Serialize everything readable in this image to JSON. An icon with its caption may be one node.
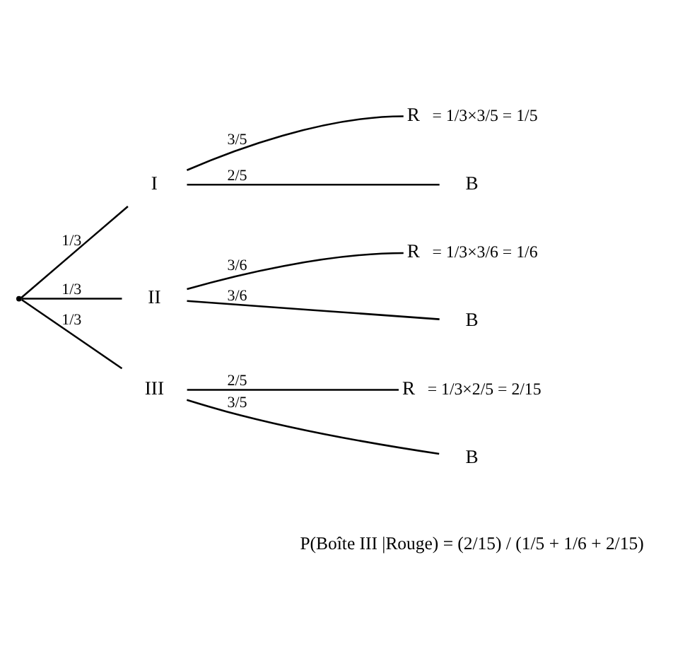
{
  "diagram": {
    "nodes": [
      {
        "text": [],
        "shape": "point"
      },
      {
        "text": [
          "I"
        ]
      },
      {
        "text": [
          "R"
        ],
        "beside": [
          "= 1/3×3/5 = 1/5"
        ]
      },
      {
        "text": [
          "B"
        ]
      },
      {
        "text": [
          "II"
        ]
      },
      {
        "text": [
          "R"
        ],
        "beside": [
          "= 1/3×3/6 = 1/6"
        ]
      },
      {
        "text": [
          "B"
        ]
      },
      {
        "text": [
          "III"
        ]
      },
      {
        "text": [
          "R"
        ],
        "beside": [
          "= 1/3×2/5 = 2/15"
        ]
      },
      {
        "text": [
          "B"
        ]
      }
    ],
    "edges": [
      {
        "from": 0,
        "to": 1,
        "arrow": "none",
        "label": "1/3"
      },
      {
        "from": 0,
        "to": 4,
        "arrow": "none",
        "label": "1/3"
      },
      {
        "from": 0,
        "to": 7,
        "arrow": "none",
        "label": "1/3"
      },
      {
        "from": 1,
        "to": 2,
        "arrow": "none",
        "label": "3/5"
      },
      {
        "from": 1,
        "to": 3,
        "arrow": "none",
        "label": "2/5"
      },
      {
        "from": 4,
        "to": 5,
        "arrow": "none",
        "label": "3/6"
      },
      {
        "from": 4,
        "to": 6,
        "arrow": "none",
        "label": "3/6"
      },
      {
        "from": 7,
        "to": 8,
        "arrow": "none",
        "label": "2/5"
      },
      {
        "from": 7,
        "to": 9,
        "arrow": "none",
        "label": "3/5"
      }
    ],
    "labels": [
      "P(Boîte III |Rouge) = (2/15) / (1/5 + 1/6 + 2/15)"
    ]
  }
}
